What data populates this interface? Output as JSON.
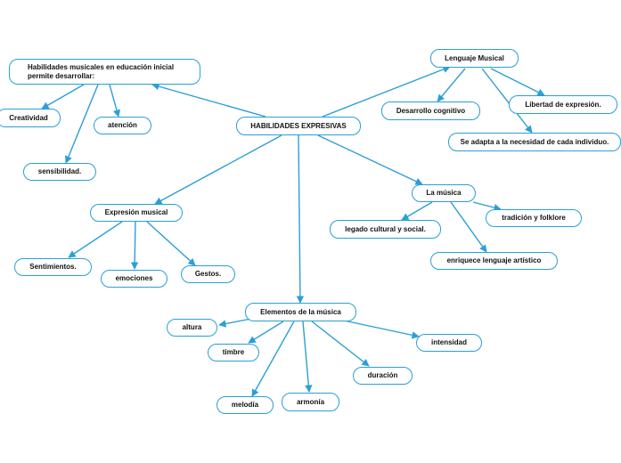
{
  "accent_color": "#2a9fd6",
  "nodes": {
    "root": "HABILIDADES EXPRESIVAS",
    "habilidades": "Habilidades musicales en educación inicial permite desarrollar:",
    "creatividad": "Creatividad",
    "atencion": "atención",
    "sensibilidad": "sensibilidad.",
    "lenguaje": "Lenguaje Musical",
    "desarrollo": "Desarrollo cognitivo",
    "libertad": "Libertad de expresión.",
    "adapta": "Se adapta a la necesidad de cada individuo.",
    "musica": "La música",
    "legado": "legado cultural y social.",
    "tradicion": "tradición y folklore",
    "enriquece": "enriquece lenguaje artístico",
    "expresion": "Expresión musical",
    "sentimientos": "Sentimientos.",
    "emociones": "emociones",
    "gestos": "Gestos.",
    "elementos": "Elementos de la música",
    "altura": "altura",
    "timbre": "timbre",
    "melodia": "melodía",
    "armonia": "armonía",
    "duracion": "duración",
    "intensidad": "intensidad"
  }
}
